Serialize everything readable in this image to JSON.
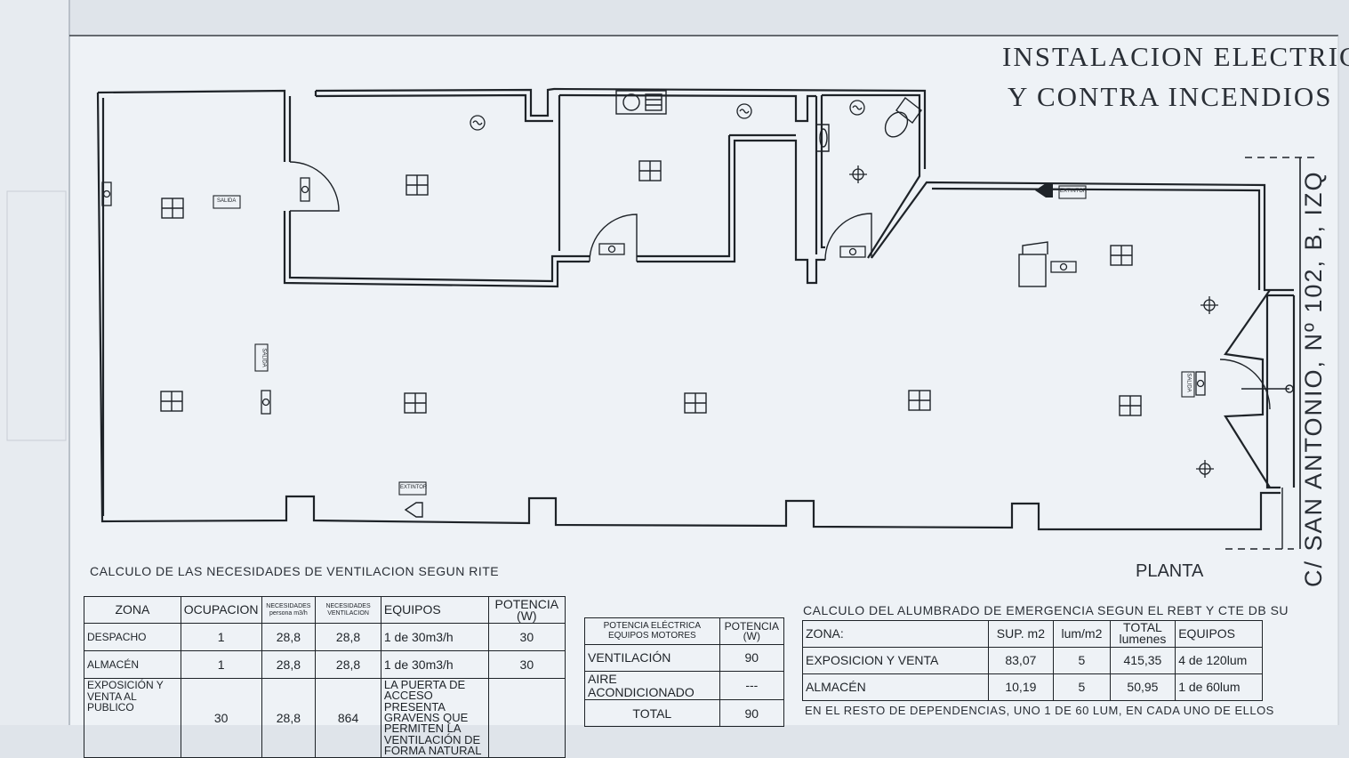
{
  "title": {
    "line1": "INSTALACION  ELECTRICA",
    "line2": "Y  CONTRA  INCENDIOS"
  },
  "street": "C/ SAN ANTONIO, Nº 102, B, IZQ",
  "plan_label": "PLANTA",
  "symbols": {
    "extintor": "EXTINTOR",
    "salida": "SALIDA"
  },
  "ventilation": {
    "caption": "CALCULO DE LAS NECESIDADES DE VENTILACION SEGUN RITE",
    "headers": {
      "zona": "ZONA",
      "ocupacion": "OCUPACION",
      "nec_persona": "NECESIDADES persona m3/h",
      "nec_ventilacion": "NECESIDADES VENTILACION",
      "equipos": "EQUIPOS",
      "potencia": "POTENCIA (W)"
    },
    "rows": [
      {
        "zona": "DESPACHO",
        "ocupacion": "1",
        "persona": "28,8",
        "ventilacion": "28,8",
        "equipos": "1  de  30m3/h",
        "potencia": "30"
      },
      {
        "zona": "ALMACÉN",
        "ocupacion": "1",
        "persona": "28,8",
        "ventilacion": "28,8",
        "equipos": "1  de  30m3/h",
        "potencia": "30"
      },
      {
        "zona": "EXPOSICIÓN Y VENTA AL PUBLICO",
        "ocupacion": "30",
        "persona": "28,8",
        "ventilacion": "864",
        "equipos": "LA PUERTA DE ACCESO PRESENTA GRAVENS QUE PERMITEN LA VENTILACIÓN DE FORMA NATURAL",
        "potencia": ""
      }
    ]
  },
  "motors": {
    "headers": {
      "potencia_electrica": "POTENCIA ELÉCTRICA EQUIPOS MOTORES",
      "potencia": "POTENCIA (W)"
    },
    "rows": [
      {
        "label": "VENTILACIÓN",
        "value": "90"
      },
      {
        "label": "AIRE ACONDICIONADO",
        "value": "---"
      },
      {
        "label": "TOTAL",
        "value": "90"
      }
    ]
  },
  "emergency": {
    "caption": "CALCULO DEL ALUMBRADO DE EMERGENCIA SEGUN EL REBT Y CTE DB SU",
    "headers": {
      "zona": "ZONA:",
      "sup": "SUP.  m2",
      "lum": "lum/m2",
      "total": "TOTAL lumenes",
      "equipos": "EQUIPOS"
    },
    "rows": [
      {
        "zona": "EXPOSICION  Y  VENTA",
        "sup": "83,07",
        "lum": "5",
        "total": "415,35",
        "equipos": "4  de  120lum"
      },
      {
        "zona": "ALMACÉN",
        "sup": "10,19",
        "lum": "5",
        "total": "50,95",
        "equipos": "1  de  60lum"
      }
    ],
    "note": "EN  EL  RESTO  DE  DEPENDENCIAS,  UNO  1  DE  60  LUM,  EN  CADA  UNO  DE  ELLOS"
  }
}
